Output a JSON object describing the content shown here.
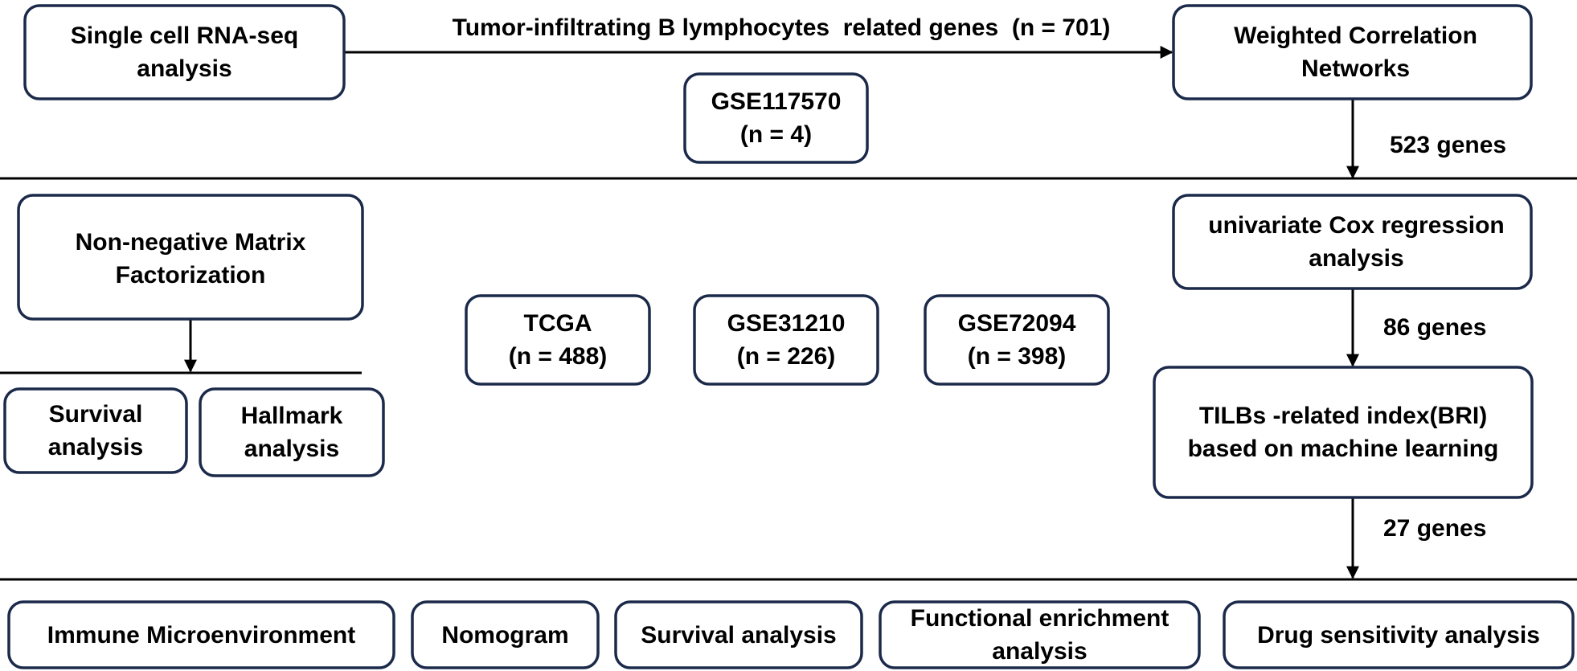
{
  "colors": {
    "box_border": "#1b2a4a",
    "line": "#000000",
    "text": "#000000",
    "background": "#ffffff"
  },
  "boxes": {
    "single_cell": [
      "Single cell RNA-seq",
      "analysis"
    ],
    "gse117570": [
      "GSE117570",
      "(n = 4)"
    ],
    "wgcna": [
      "Weighted Correlation",
      "Networks"
    ],
    "nmf": [
      "Non-negative Matrix",
      "Factorization"
    ],
    "tcga": [
      "TCGA",
      "(n = 488)"
    ],
    "gse31210": [
      "GSE31210",
      "(n = 226)"
    ],
    "gse72094": [
      "GSE72094",
      "(n = 398)"
    ],
    "cox": [
      "univariate Cox regression",
      "analysis"
    ],
    "survival_top": [
      "Survival",
      "analysis"
    ],
    "hallmark": [
      "Hallmark",
      "analysis"
    ],
    "bri": [
      "TILBs -related index(BRI)",
      "based on machine learning"
    ],
    "immune": [
      "Immune Microenvironment"
    ],
    "nomogram": [
      "Nomogram"
    ],
    "survival_bottom": [
      "Survival analysis"
    ],
    "functional": [
      "Functional enrichment",
      "analysis"
    ],
    "drug": [
      "Drug sensitivity analysis"
    ]
  },
  "labels": {
    "tilb_genes": "Tumor-infiltrating B lymphocytes  related genes  (n = 701)",
    "genes_523": "523 genes",
    "genes_86": "86 genes",
    "genes_27": "27 genes"
  }
}
